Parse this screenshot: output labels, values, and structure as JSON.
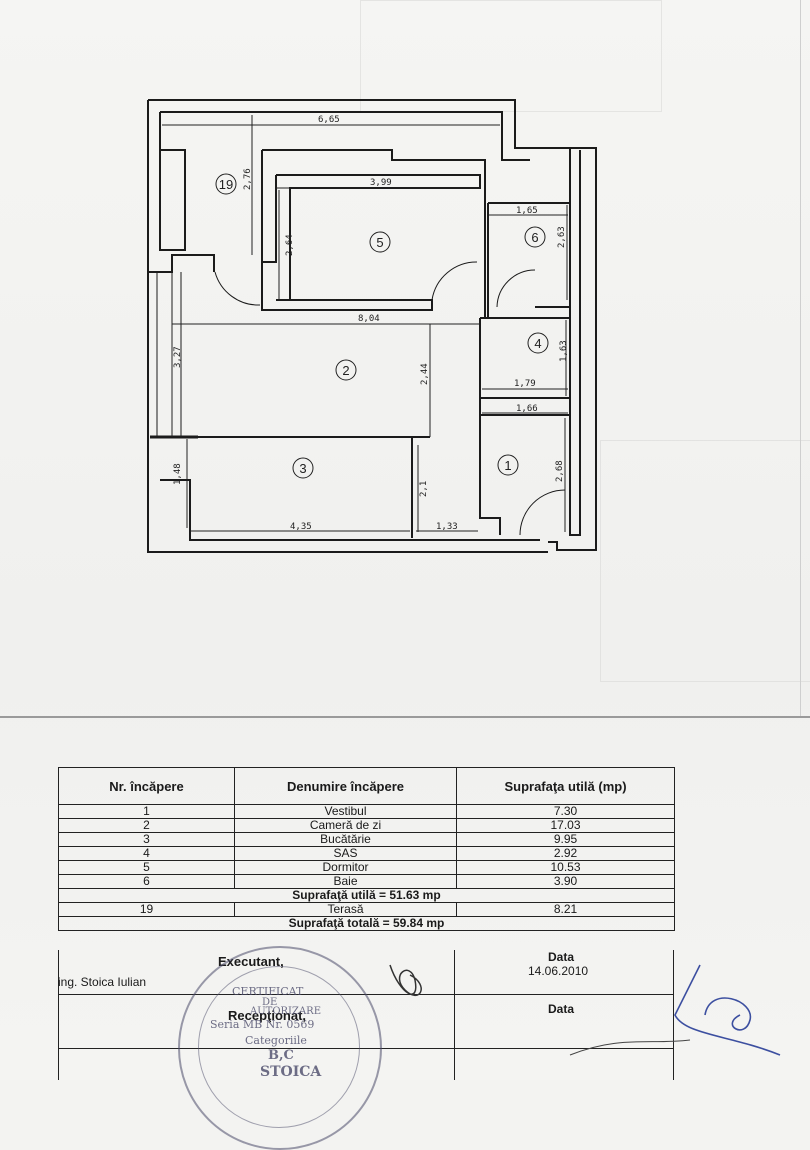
{
  "plan": {
    "dimensions": [
      "6,65",
      "3,99",
      "2,76",
      "2,64",
      "1,65",
      "2,63",
      "8,04",
      "3,27",
      "2,44",
      "1,63",
      "1,79",
      "1,66",
      "1,48",
      "2,1",
      "2,68",
      "4,35",
      "1,33"
    ],
    "room_labels": [
      "19",
      "5",
      "6",
      "2",
      "4",
      "3",
      "1"
    ]
  },
  "table": {
    "headers": {
      "nr": "Nr. încăpere",
      "name": "Denumire încăpere",
      "area": "Suprafaţa utilă (mp)"
    },
    "rows": [
      {
        "nr": "1",
        "name": "Vestibul",
        "area": "7.30"
      },
      {
        "nr": "2",
        "name": "Cameră de zi",
        "area": "17.03"
      },
      {
        "nr": "3",
        "name": "Bucătărie",
        "area": "9.95"
      },
      {
        "nr": "4",
        "name": "SAS",
        "area": "2.92"
      },
      {
        "nr": "5",
        "name": "Dormitor",
        "area": "10.53"
      },
      {
        "nr": "6",
        "name": "Baie",
        "area": "3.90"
      }
    ],
    "useful_total": "Suprafaţă utilă = 51.63 mp",
    "terrace": {
      "nr": "19",
      "name": "Terasă",
      "area": "8.21"
    },
    "grand_total": "Suprafaţă totală = 59.84 mp"
  },
  "footer": {
    "executant_label": "Executant,",
    "executant_name": "ing. Stoica Iulian",
    "data_label": "Data",
    "date": "14.06.2010",
    "receptionat_label": "Recepţionat,",
    "data_label_2": "Data"
  },
  "stamp": {
    "lines": [
      "CERTIFICAT",
      "DE",
      "AUTORIZARE",
      "Seria MB Nr. 0569",
      "Categoriile",
      "B,C",
      "STOICA"
    ]
  }
}
